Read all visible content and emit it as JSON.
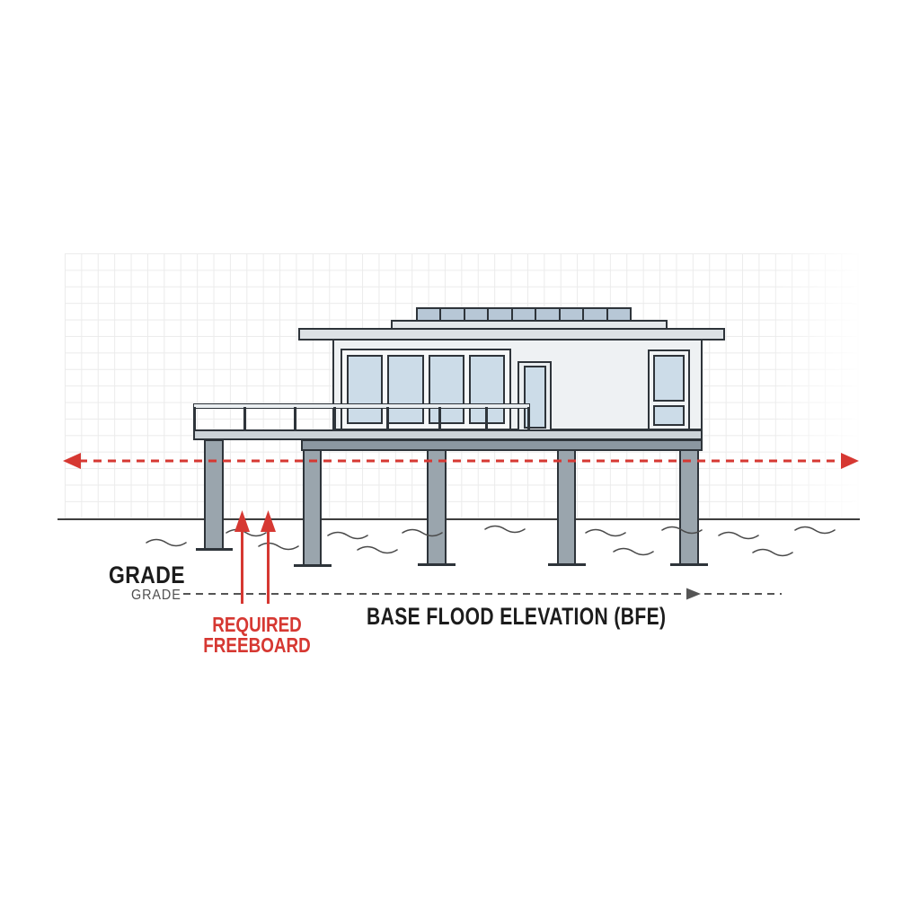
{
  "diagram": {
    "labels": {
      "grade_primary": "GRADE",
      "grade_secondary": "GRADE",
      "required_freeboard": [
        "REQUIRED",
        "FREEBOARD"
      ],
      "base_flood_elevation": "BASE FLOOD ELEVATION (BFE)"
    },
    "colors": {
      "accent_red": "#d63832",
      "text_black": "#1c1c1c",
      "text_gray": "#4f4f4f",
      "line_dark": "#2e343a",
      "structure_gray": "#9aa5ad",
      "floor_gray": "#8b97a1",
      "deck_gray": "#ccd3d8",
      "roof_gray": "#dce1e5",
      "wall_light": "#eef1f3",
      "glass_blue": "#ccdce8",
      "clerestory_blue": "#b7c7d6",
      "grid_gray": "#ebebeb",
      "ground_dark": "#3f3f3f",
      "water_gray": "#4a4a4a",
      "grade_line_gray": "#555555"
    }
  }
}
